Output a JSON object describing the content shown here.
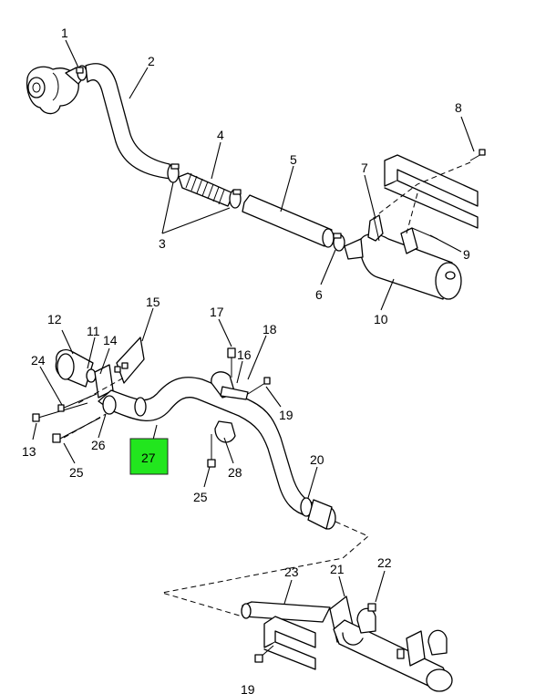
{
  "diagram": {
    "callouts": [
      "1",
      "2",
      "3",
      "4",
      "5",
      "6",
      "7",
      "8",
      "9",
      "10",
      "11",
      "12",
      "13",
      "14",
      "15",
      "16",
      "17",
      "18",
      "19",
      "20",
      "21",
      "22",
      "23",
      "24",
      "25",
      "26",
      "27",
      "28",
      "25",
      "19"
    ],
    "highlight": {
      "label": "27",
      "color": "#22e61e"
    },
    "colors": {
      "line": "#000000",
      "background": "#ffffff"
    }
  }
}
